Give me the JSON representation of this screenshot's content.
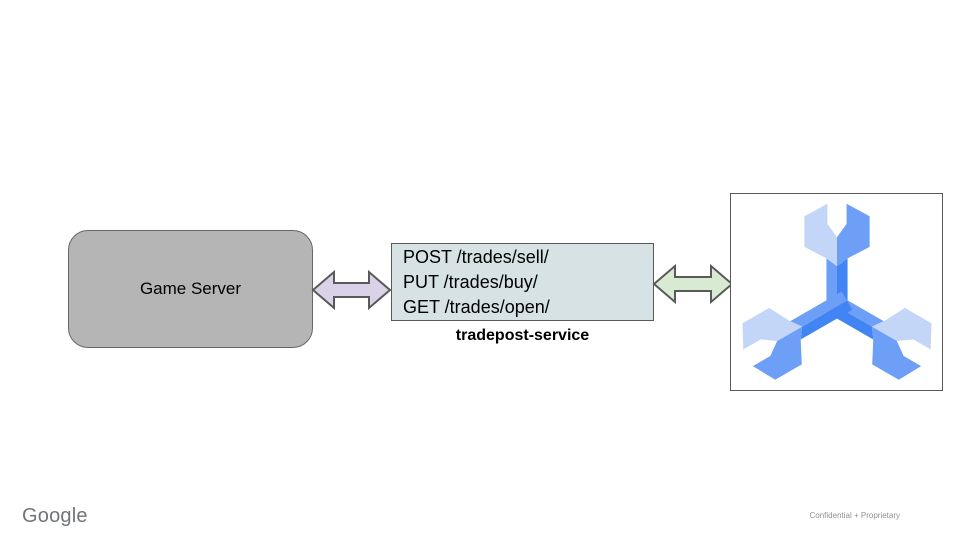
{
  "diagram": {
    "game_server_label": "Game Server",
    "service_lines": [
      "POST /trades/sell/",
      "PUT /trades/buy/",
      "GET /trades/open/"
    ],
    "service_name": "tradepost-service"
  },
  "icons": {
    "arrow_left": "bidirectional-arrow",
    "arrow_right": "bidirectional-arrow",
    "spanner": "cloud-spanner-icon"
  },
  "footer": {
    "brand": "Google",
    "note": "Confidential + Proprietary"
  },
  "colors": {
    "box-gray": "#b5b5b5",
    "box-gray-border": "#666666",
    "service-fill": "#d6e2e4",
    "service-border": "#595959",
    "arrow-purple": "#d9d2e9",
    "arrow-green": "#d9ead3",
    "arrow-border": "#595959",
    "frame-border": "#595959",
    "spanner-light": "#c3d6f8",
    "spanner-medium": "#6d9ff6",
    "spanner-dark": "#4184f3",
    "text": "#000000",
    "footer-gray": "#70757a",
    "note-gray": "#919191"
  }
}
